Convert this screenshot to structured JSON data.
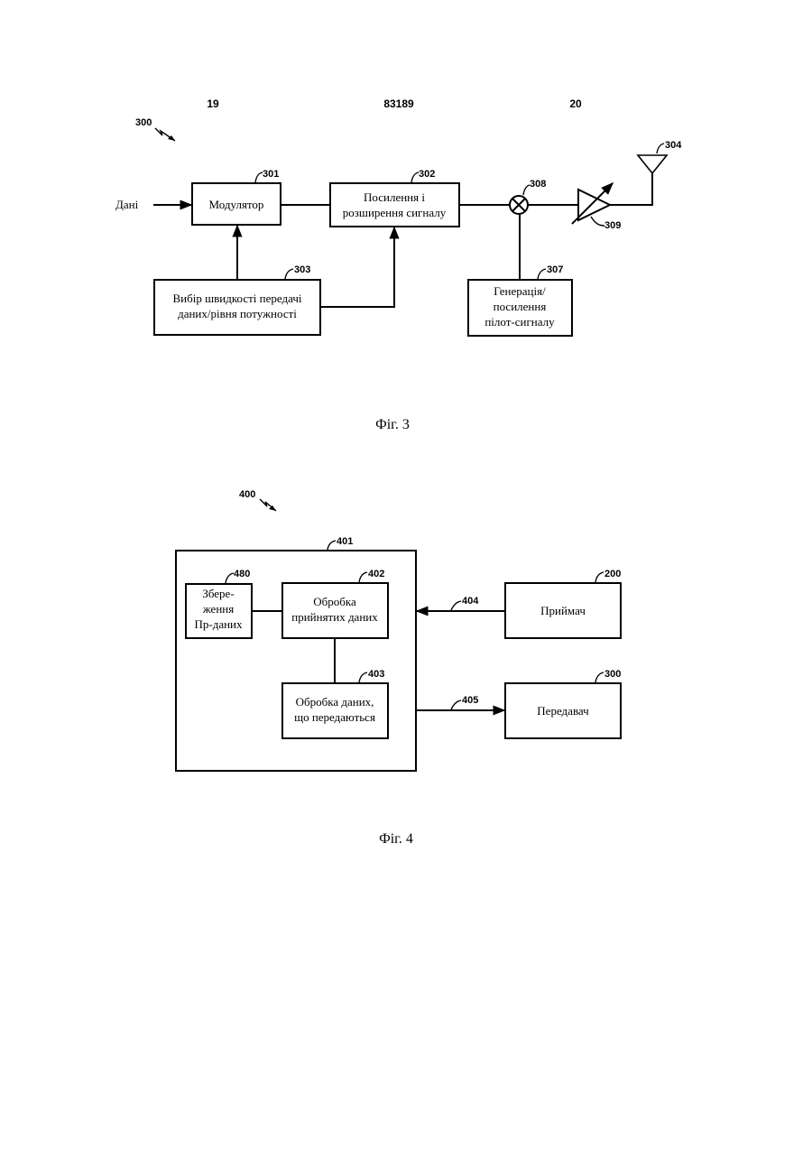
{
  "header": {
    "left_page": "19",
    "doc_number": "83189",
    "right_page": "20"
  },
  "fig3": {
    "ref": "300",
    "input_label": "Дані",
    "modulator": {
      "ref": "301",
      "label": "Модулятор"
    },
    "spread": {
      "ref": "302",
      "line1": "Посилення і",
      "line2": "розширення сигналу"
    },
    "rate_select": {
      "ref": "303",
      "line1": "Вибір швидкості передачі",
      "line2": "даних/рівня потужності"
    },
    "antenna": {
      "ref": "304"
    },
    "pilot": {
      "ref": "307",
      "line1": "Генерація/",
      "line2": "посилення",
      "line3": "пілот-сигналу"
    },
    "mixer": {
      "ref": "308"
    },
    "amplifier": {
      "ref": "309"
    },
    "caption": "Фіг. 3"
  },
  "fig4": {
    "ref": "400",
    "outer": {
      "ref": "401"
    },
    "storage": {
      "ref": "480",
      "line1": "Збере-",
      "line2": "ження",
      "line3": "Пр-даних"
    },
    "rx_proc": {
      "ref": "402",
      "line1": "Обробка",
      "line2": "прийнятих даних"
    },
    "tx_proc": {
      "ref": "403",
      "line1": "Обробка даних,",
      "line2": "що передаються"
    },
    "receiver": {
      "ref": "200",
      "label": "Приймач"
    },
    "transmitter": {
      "ref": "300",
      "label": "Передавач"
    },
    "link_rx": {
      "ref": "404"
    },
    "link_tx": {
      "ref": "405"
    },
    "caption": "Фіг. 4"
  }
}
